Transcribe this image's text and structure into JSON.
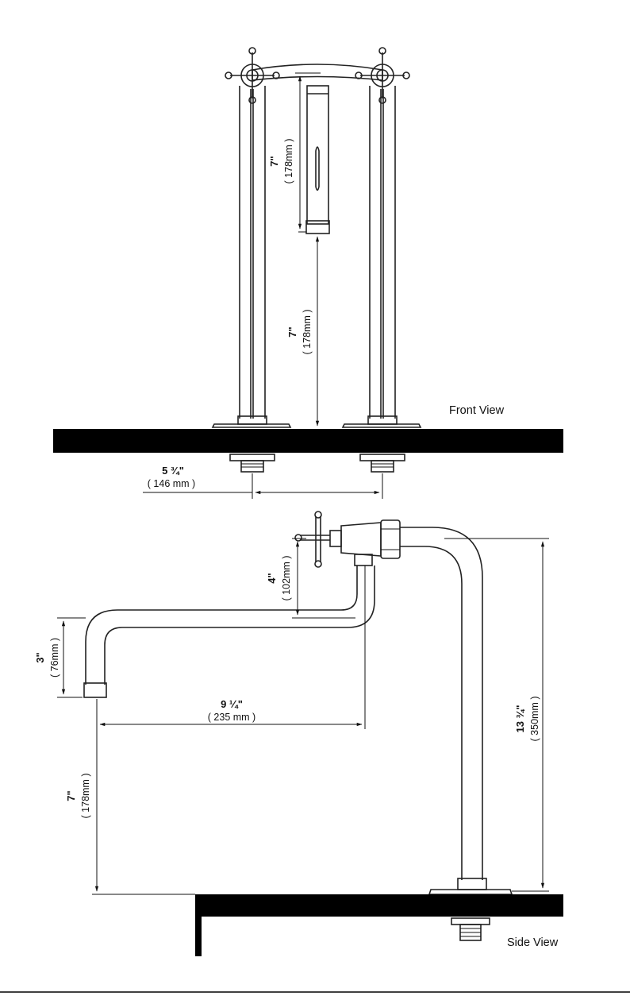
{
  "front_view": {
    "title": "Front View",
    "spout_height": {
      "inch": "7\"",
      "mm": "( 178mm )"
    },
    "clearance": {
      "inch": "7\"",
      "mm": "( 178mm )"
    },
    "spacing": {
      "inch": "5 ¾\"",
      "mm": "( 146 mm )"
    }
  },
  "side_view": {
    "title": "Side View",
    "riser": {
      "inch": "4\"",
      "mm": "( 102mm )"
    },
    "drop": {
      "inch": "3\"",
      "mm": "( 76mm )"
    },
    "reach": {
      "inch": "9 ¼\"",
      "mm": "( 235 mm )"
    },
    "clearance": {
      "inch": "7\"",
      "mm": "( 178mm )"
    },
    "total_height": {
      "inch": "13 ¾\"",
      "mm": "( 350mm )"
    }
  },
  "colors": {
    "line": "#222222",
    "counter": "#000000",
    "background": "#ffffff"
  }
}
